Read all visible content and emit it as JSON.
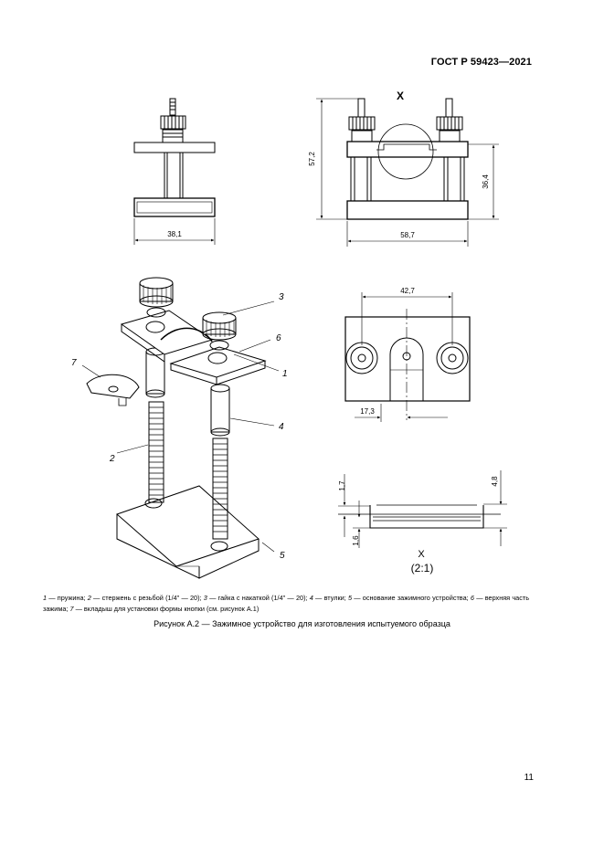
{
  "header": {
    "standard": "ГОСТ Р 59423—2021"
  },
  "figure": {
    "dimensions": {
      "front_width": "38,1",
      "side_height": "57,2",
      "side_width": "58,7",
      "side_lower_height": "36,4",
      "top_span": "42,7",
      "top_offset": "17,3",
      "detail_top_left": "1,7",
      "detail_right": "4,8",
      "detail_bottom_left": "1,6"
    },
    "detail": {
      "label": "X",
      "scale": "(2:1)"
    },
    "callouts": {
      "c1": "1",
      "c2": "2",
      "c3": "3",
      "c4": "4",
      "c5": "5",
      "c6": "6",
      "c7": "7"
    }
  },
  "legend": {
    "items": [
      {
        "num": "1",
        "text": " — пружина; "
      },
      {
        "num": "2",
        "text": " — стержень с резьбой (1/4\" — 20); "
      },
      {
        "num": "3",
        "text": " — гайка с накаткой (1/4\" — 20); "
      },
      {
        "num": "4",
        "text": " — втулки; "
      },
      {
        "num": "5",
        "text": " — основание зажимного устройства; "
      },
      {
        "num": "6",
        "text": " — верхняя часть зажима; "
      },
      {
        "num": "7",
        "text": " — вкладыш для установки формы кнопки (см. рисунок А.1)"
      }
    ]
  },
  "caption": "Рисунок А.2 — Зажимное устройство для изготовления испытуемого образца",
  "page_number": "11"
}
